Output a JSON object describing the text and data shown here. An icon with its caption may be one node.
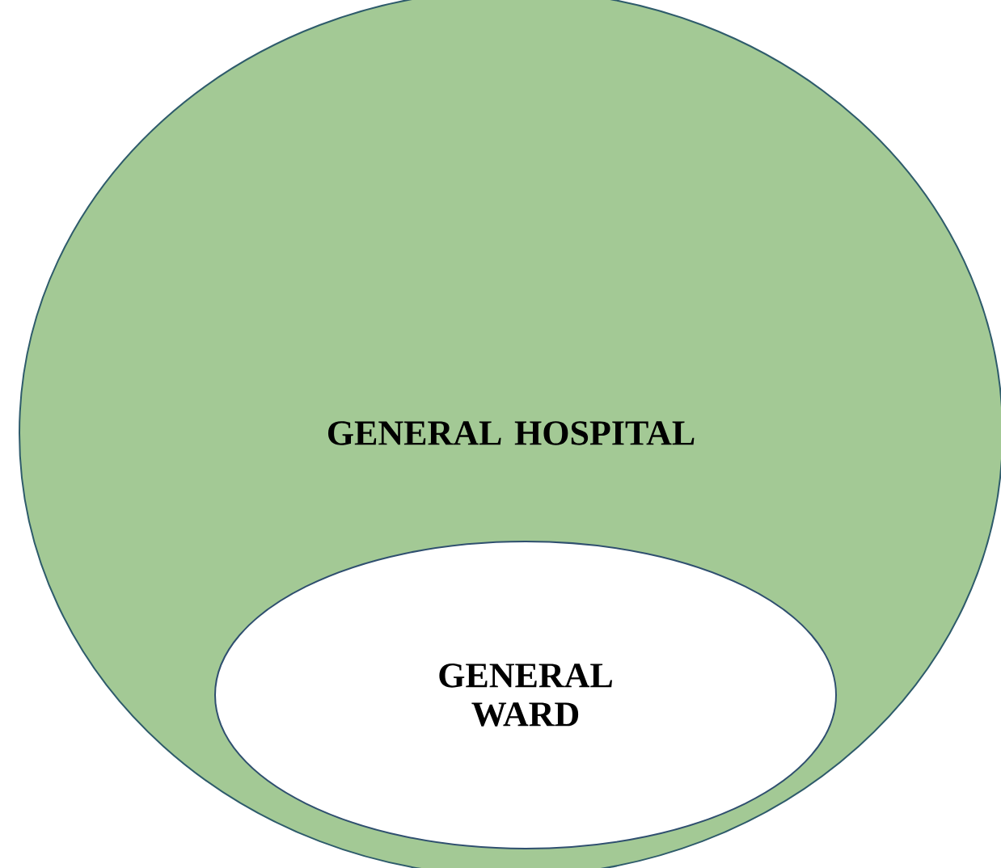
{
  "diagram": {
    "nodes": [
      {
        "text": [
          "GENERAL HOSPITAL"
        ]
      },
      {
        "text": [
          "GENERAL WARD"
        ],
        "in": 0
      }
    ]
  }
}
